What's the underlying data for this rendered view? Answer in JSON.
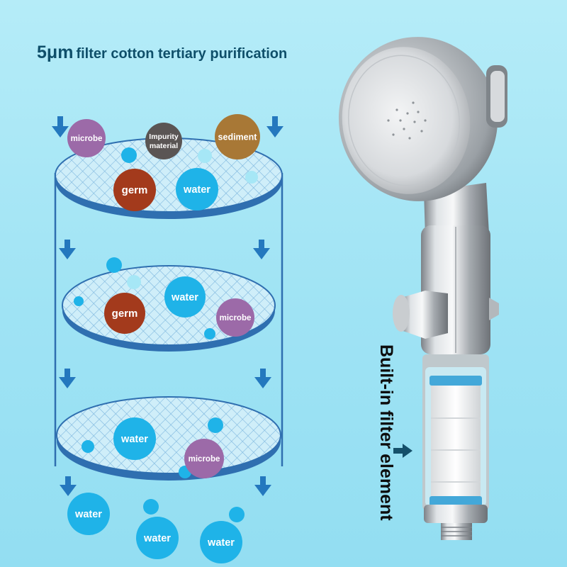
{
  "headline": {
    "prefix": "5μm",
    "rest": "filter cotton tertiary purification"
  },
  "side_caption": "Built-in filter element",
  "layers": {
    "top": {
      "labels": {
        "microbe": "microbe",
        "impurity_1": "Impurity",
        "impurity_2": "material",
        "sediment": "sediment",
        "germ": "germ",
        "water": "water"
      }
    },
    "middle": {
      "labels": {
        "water": "water",
        "germ": "germ",
        "microbe": "microbe"
      }
    },
    "bottom": {
      "labels": {
        "water": "water",
        "microbe": "microbe"
      }
    }
  },
  "output": {
    "labels": [
      "water",
      "water",
      "water"
    ]
  },
  "colors": {
    "microbe": "#9c6aa8",
    "impurity": "#5a5554",
    "sediment": "#a87836",
    "germ": "#a33a1c",
    "water": "#1fb3e8",
    "arrow": "#2478be",
    "disc_rim": "#2f6fb0",
    "headline": "#0f4f6a"
  },
  "icons": [
    "down-arrow-icon",
    "right-arrow-icon",
    "shower-head-product"
  ]
}
